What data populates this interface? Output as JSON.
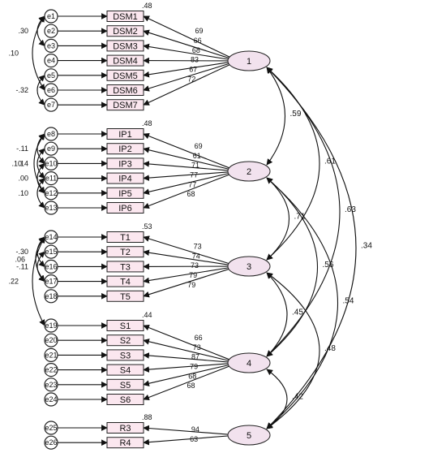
{
  "factors": [
    {
      "name": "1",
      "indicators": [
        "DSM1",
        "DSM2",
        "DSM3",
        "DSM4",
        "DSM5",
        "DSM6",
        "DSM7"
      ],
      "errors": [
        "e1",
        "e2",
        "e3",
        "e4",
        "e5",
        "e6",
        "e7"
      ],
      "loadings": [
        "69",
        "66",
        "68",
        "83",
        "67",
        "72"
      ],
      "top_r2": "48",
      "r2": [
        "",
        "",
        "",
        "",
        "",
        "",
        ""
      ]
    },
    {
      "name": "2",
      "indicators": [
        "IP1",
        "IP2",
        "IP3",
        "IP4",
        "IP5",
        "IP6"
      ],
      "errors": [
        "e8",
        "e9",
        "e10",
        "e11",
        "e12",
        "e13"
      ],
      "loadings": [
        "69",
        "61",
        "71",
        "77",
        "77",
        "68"
      ],
      "top_r2": "48",
      "r2": [
        "",
        "",
        "",
        "",
        "",
        ""
      ]
    },
    {
      "name": "3",
      "indicators": [
        "T1",
        "T2",
        "T3",
        "T4",
        "T5"
      ],
      "errors": [
        "e14",
        "e15",
        "e16",
        "e17",
        "e18"
      ],
      "loadings": [
        "73",
        "74",
        "73",
        "79",
        "79"
      ],
      "top_r2": "53",
      "r2": [
        "",
        "",
        "",
        "",
        ""
      ]
    },
    {
      "name": "4",
      "indicators": [
        "S1",
        "S2",
        "S3",
        "S4",
        "S5",
        "S6"
      ],
      "errors": [
        "e19",
        "e20",
        "e21",
        "e22",
        "e23",
        "e24"
      ],
      "loadings": [
        "66",
        "73",
        "87",
        "79",
        "68",
        "68"
      ],
      "top_r2": "44",
      "r2": [
        "",
        "",
        "",
        "",
        "",
        ""
      ]
    },
    {
      "name": "5",
      "indicators": [
        "R3",
        "R4"
      ],
      "errors": [
        "e25",
        "e26"
      ],
      "loadings": [
        "94",
        "63"
      ],
      "top_r2": "88",
      "r2": [
        "",
        ""
      ]
    }
  ],
  "correlations": [
    {
      "from": "1",
      "to": "2",
      "value": ".59"
    },
    {
      "from": "1",
      "to": "3",
      "value": ".61"
    },
    {
      "from": "1",
      "to": "4",
      "value": ".63"
    },
    {
      "from": "1",
      "to": "5",
      "value": ".34"
    },
    {
      "from": "2",
      "to": "3",
      "value": ".71"
    },
    {
      "from": "2",
      "to": "4",
      "value": ".56"
    },
    {
      "from": "2",
      "to": "5",
      "value": ".54"
    },
    {
      "from": "3",
      "to": "4",
      "value": ".45"
    },
    {
      "from": "3",
      "to": "5",
      "value": ".48"
    },
    {
      "from": "4",
      "to": "5",
      "value": ".42"
    }
  ],
  "error_correlations": [
    {
      "errors": [
        "e1",
        "e3"
      ],
      "value": ".30"
    },
    {
      "errors": [
        "e1",
        "e6"
      ],
      "value": ".10"
    },
    {
      "errors": [
        "e5",
        "e7"
      ],
      "value": "-.32"
    },
    {
      "errors": [
        "e8",
        "e10"
      ],
      "value": "-.11"
    },
    {
      "errors": [
        "e8",
        "e12"
      ],
      "value": ".10"
    },
    {
      "errors": [
        "e9",
        "e11"
      ],
      "value": ".14"
    },
    {
      "errors": [
        "e10",
        "e12"
      ],
      "value": ".00"
    },
    {
      "errors": [
        "e11",
        "e13"
      ],
      "value": ".10"
    },
    {
      "errors": [
        "e14",
        "e16"
      ],
      "value": "-.30"
    },
    {
      "errors": [
        "e14",
        "e17"
      ],
      "value": ".06"
    },
    {
      "errors": [
        "e15",
        "e17"
      ],
      "value": "-.11"
    },
    {
      "errors": [
        "e14",
        "e19"
      ],
      "value": ".22"
    }
  ]
}
